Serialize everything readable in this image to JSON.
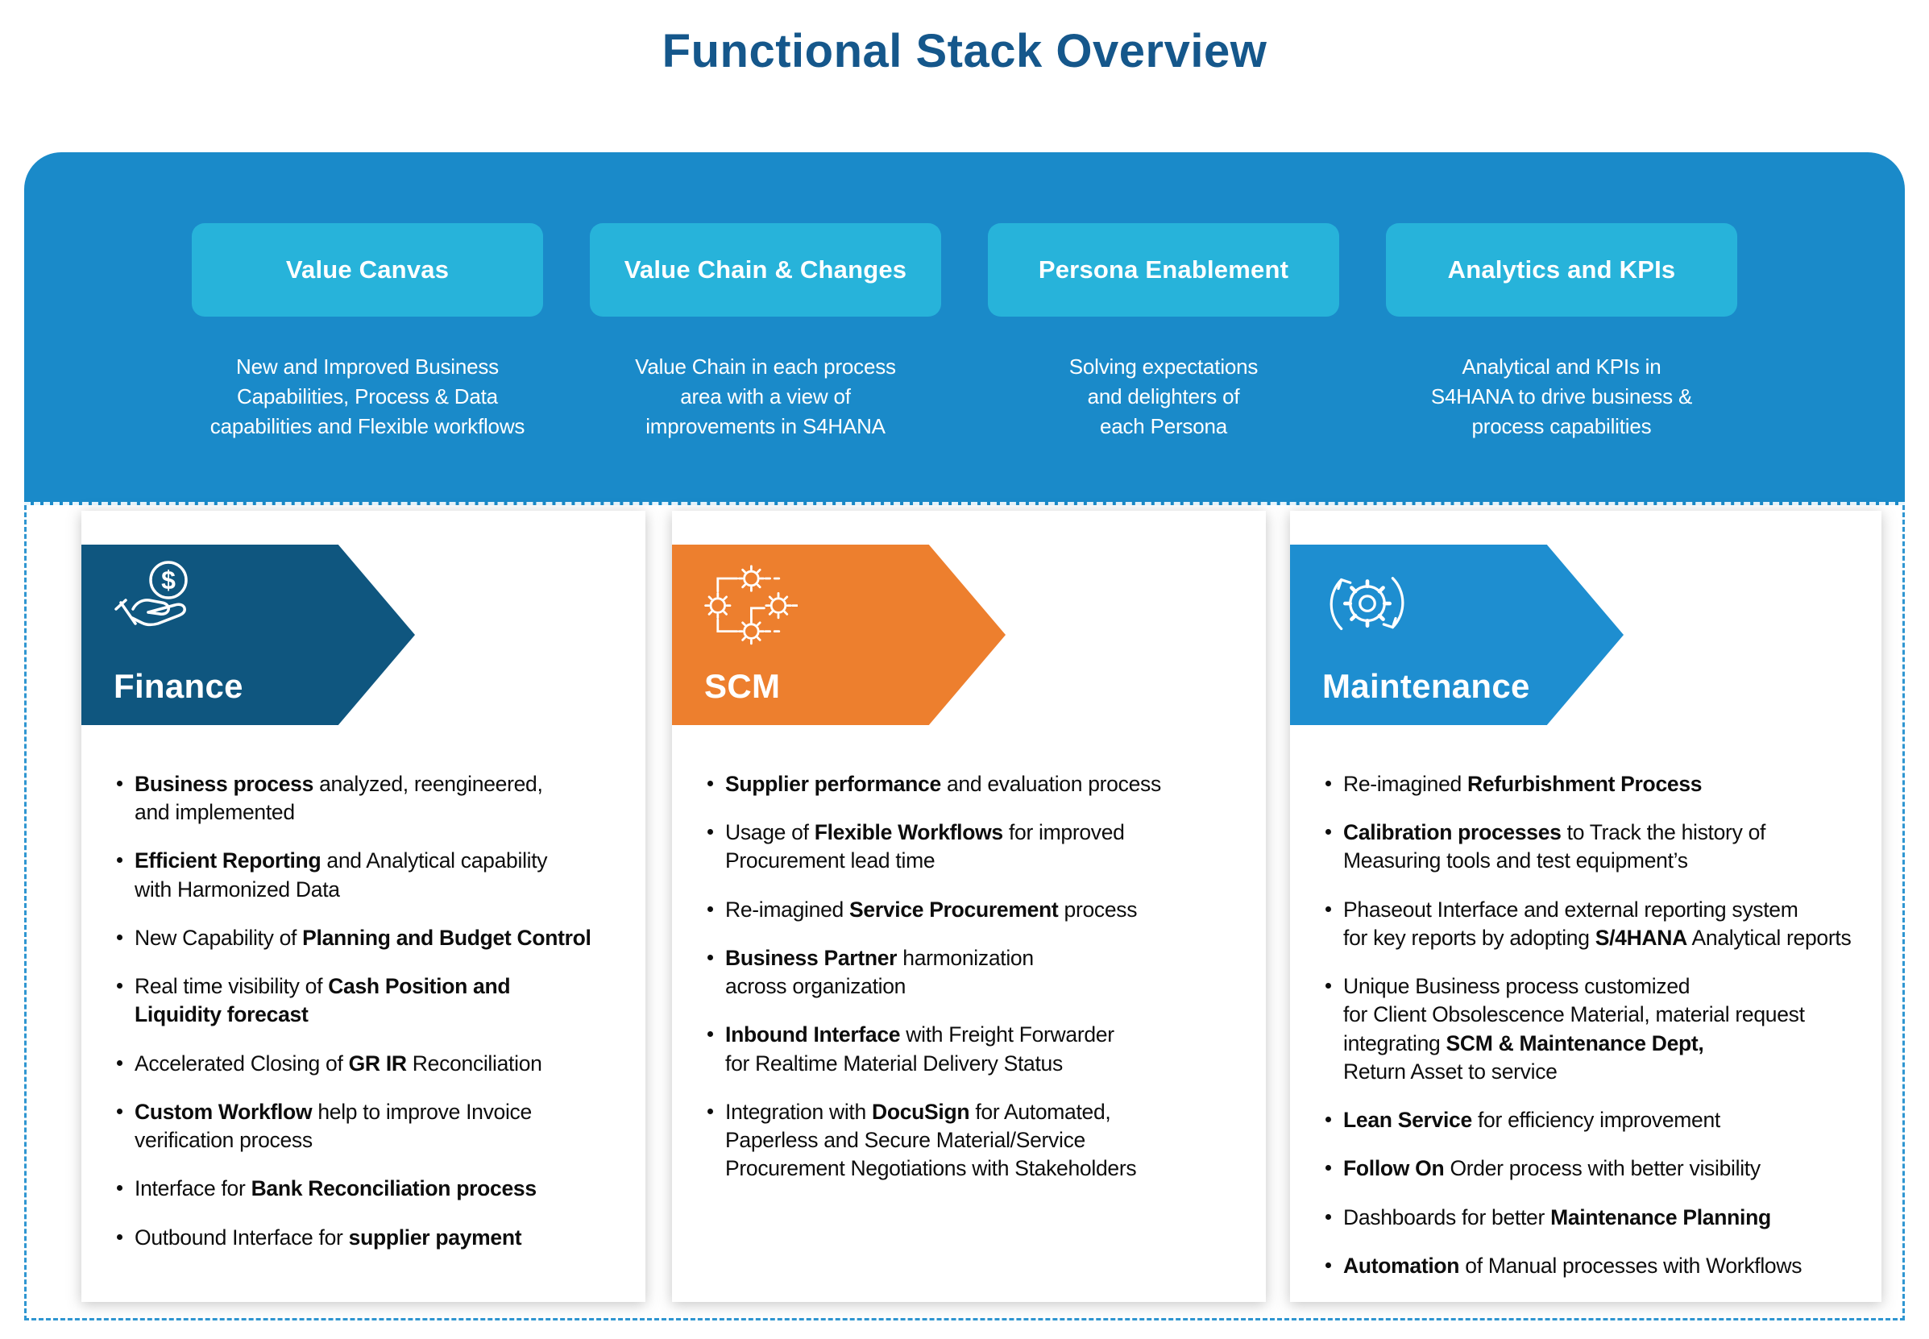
{
  "title": "Functional Stack Overview",
  "colors": {
    "title_text": "#15578b",
    "band": "#1a8ac9",
    "pillar_button": "#27b3da",
    "dashed_border": "#2f96d1",
    "finance_banner": "#0f567f",
    "scm_banner": "#ed7f2e",
    "maintenance_banner": "#1e8ed0"
  },
  "pillars": [
    {
      "label": "Value Canvas",
      "description": "New and Improved Business\nCapabilities, Process & Data\ncapabilities and Flexible workflows"
    },
    {
      "label": "Value Chain & Changes",
      "description": "Value Chain in each process\narea with a view of\nimprovements in S4HANA"
    },
    {
      "label": "Persona Enablement",
      "description": "Solving expectations\nand delighters of\neach Persona"
    },
    {
      "label": "Analytics and KPIs",
      "description": "Analytical and KPIs in\nS4HANA to drive business &\nprocess capabilities"
    }
  ],
  "columns": [
    {
      "label": "Finance",
      "icon": "hand-coin-icon",
      "color": "#0f567f",
      "bullets": [
        [
          {
            "t": "Business process",
            "b": true
          },
          {
            "t": " analyzed, reengineered,\nand implemented",
            "b": false
          }
        ],
        [
          {
            "t": "Efficient Reporting",
            "b": true
          },
          {
            "t": " and Analytical capability\nwith Harmonized Data",
            "b": false
          }
        ],
        [
          {
            "t": "New Capability of ",
            "b": false
          },
          {
            "t": "Planning and Budget Control",
            "b": true
          }
        ],
        [
          {
            "t": "Real time visibility of ",
            "b": false
          },
          {
            "t": "Cash Position and\nLiquidity forecast",
            "b": true
          }
        ],
        [
          {
            "t": "Accelerated Closing of ",
            "b": false
          },
          {
            "t": "GR IR",
            "b": true
          },
          {
            "t": " Reconciliation",
            "b": false
          }
        ],
        [
          {
            "t": "Custom Workflow",
            "b": true
          },
          {
            "t": " help to improve Invoice\nverification process",
            "b": false
          }
        ],
        [
          {
            "t": "Interface for ",
            "b": false
          },
          {
            "t": "Bank Reconciliation process",
            "b": true
          }
        ],
        [
          {
            "t": "Outbound Interface for ",
            "b": false
          },
          {
            "t": "supplier payment",
            "b": true
          }
        ]
      ]
    },
    {
      "label": "SCM",
      "icon": "process-gears-icon",
      "color": "#ed7f2e",
      "bullets": [
        [
          {
            "t": "Supplier performance",
            "b": true
          },
          {
            "t": " and evaluation process",
            "b": false
          }
        ],
        [
          {
            "t": "Usage of ",
            "b": false
          },
          {
            "t": "Flexible Workflows",
            "b": true
          },
          {
            "t": " for improved\nProcurement lead time",
            "b": false
          }
        ],
        [
          {
            "t": "Re-imagined ",
            "b": false
          },
          {
            "t": "Service Procurement",
            "b": true
          },
          {
            "t": " process",
            "b": false
          }
        ],
        [
          {
            "t": "Business Partner",
            "b": true
          },
          {
            "t": " harmonization\nacross organization",
            "b": false
          }
        ],
        [
          {
            "t": "Inbound Interface",
            "b": true
          },
          {
            "t": " with Freight Forwarder\nfor Realtime Material Delivery Status",
            "b": false
          }
        ],
        [
          {
            "t": "Integration with ",
            "b": false
          },
          {
            "t": "DocuSign",
            "b": true
          },
          {
            "t": " for Automated,\nPaperless and Secure Material/Service\nProcurement Negotiations with Stakeholders",
            "b": false
          }
        ]
      ]
    },
    {
      "label": "Maintenance",
      "icon": "gear-refresh-icon",
      "color": "#1e8ed0",
      "bullets": [
        [
          {
            "t": "Re-imagined ",
            "b": false
          },
          {
            "t": "Refurbishment Process",
            "b": true
          }
        ],
        [
          {
            "t": "Calibration processes",
            "b": true
          },
          {
            "t": " to Track the history of\nMeasuring tools and test equipment’s",
            "b": false
          }
        ],
        [
          {
            "t": "Phaseout Interface and external reporting system\nfor key reports by adopting ",
            "b": false
          },
          {
            "t": "S/4HANA",
            "b": true
          },
          {
            "t": " Analytical reports",
            "b": false
          }
        ],
        [
          {
            "t": "Unique Business process customized\nfor Client Obsolescence Material, material request\nintegrating ",
            "b": false
          },
          {
            "t": "SCM & Maintenance Dept,",
            "b": true
          },
          {
            "t": "\nReturn Asset to service",
            "b": false
          }
        ],
        [
          {
            "t": "Lean Service",
            "b": true
          },
          {
            "t": " for efficiency improvement",
            "b": false
          }
        ],
        [
          {
            "t": "Follow On",
            "b": true
          },
          {
            "t": " Order process with better visibility",
            "b": false
          }
        ],
        [
          {
            "t": "Dashboards for better ",
            "b": false
          },
          {
            "t": "Maintenance Planning",
            "b": true
          }
        ],
        [
          {
            "t": "Automation",
            "b": true
          },
          {
            "t": " of Manual processes with Workflows",
            "b": false
          }
        ]
      ]
    }
  ]
}
